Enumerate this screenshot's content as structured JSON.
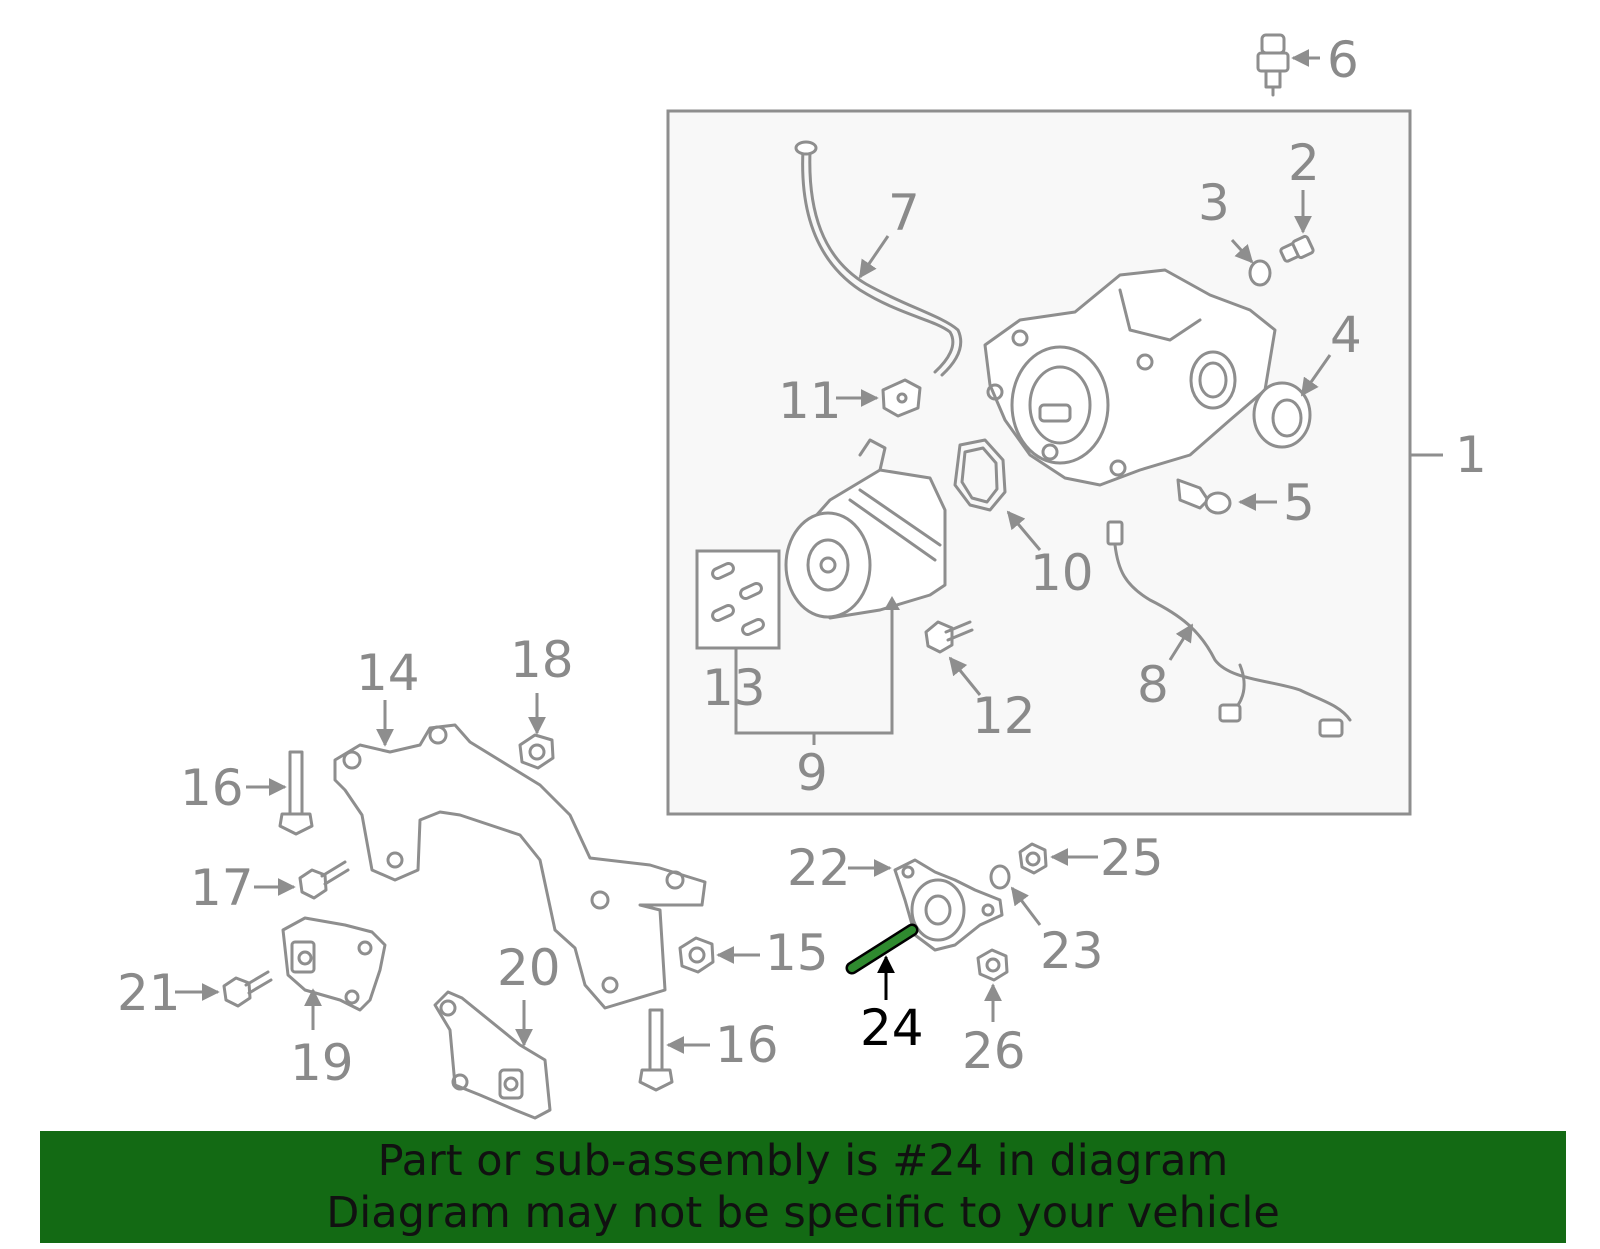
{
  "diagram": {
    "highlight_color": "#136a14",
    "callouts": {
      "c1": "1",
      "c2": "2",
      "c3": "3",
      "c4": "4",
      "c5": "5",
      "c6": "6",
      "c7": "7",
      "c8": "8",
      "c9": "9",
      "c10": "10",
      "c11": "11",
      "c12": "12",
      "c13": "13",
      "c14": "14",
      "c15": "15",
      "c16a": "16",
      "c16b": "16",
      "c17": "17",
      "c18": "18",
      "c19": "19",
      "c20": "20",
      "c21": "21",
      "c22": "22",
      "c23": "23",
      "c24": "24",
      "c25": "25",
      "c26": "26"
    }
  },
  "banner": {
    "line1": "Part or sub-assembly is #24 in diagram",
    "line2": "Diagram may not be specific to your vehicle",
    "background": "#136a14"
  }
}
